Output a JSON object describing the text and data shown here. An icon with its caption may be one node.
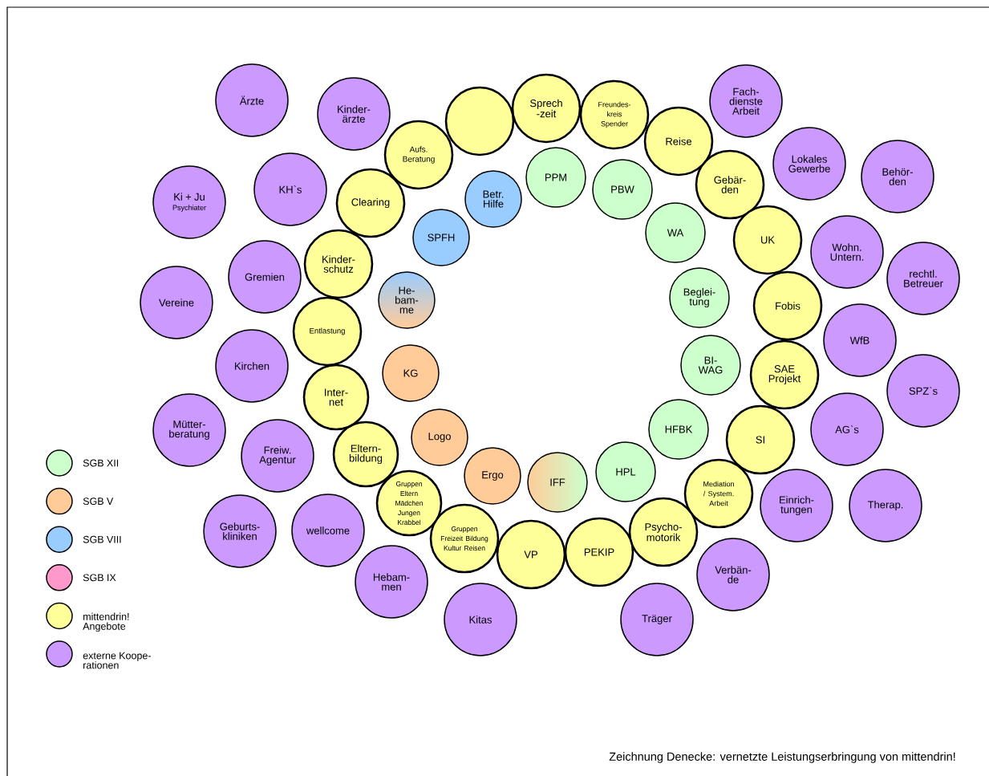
{
  "diagram": {
    "caption": "Zeichnung Denecke: vernetzte Leistungserbringung von mittendrin!",
    "nodes": [
      {
        "text": [
          "Ärzte"
        ]
      },
      {
        "text": [
          "Kinder- ärzte"
        ]
      },
      {
        "text": [
          "Ki + Ju",
          "Psychiater"
        ]
      },
      {
        "text": [
          "KH`s"
        ]
      },
      {
        "text": [
          "Gremien"
        ]
      },
      {
        "text": [
          "Vereine"
        ]
      },
      {
        "text": [
          "Kirchen"
        ]
      },
      {
        "text": [
          "Mütter- beratung"
        ]
      },
      {
        "text": [
          "Freiw. Agentur"
        ]
      },
      {
        "text": [
          "Geburts- kliniken"
        ]
      },
      {
        "text": [
          "wellcome"
        ]
      },
      {
        "text": [
          "Hebam- men"
        ]
      },
      {
        "text": [
          "Kitas"
        ]
      },
      {
        "text": [
          "Träger"
        ]
      },
      {
        "text": [
          "Verbän- de"
        ]
      },
      {
        "text": [
          "Einrich- tungen"
        ]
      },
      {
        "text": [
          "Therap."
        ]
      },
      {
        "text": [
          "AG`s"
        ]
      },
      {
        "text": [
          "SPZ`s"
        ]
      },
      {
        "text": [
          "WfB"
        ]
      },
      {
        "text": [
          "rechtl. Betreuer"
        ]
      },
      {
        "text": [
          "Wohn. Untern."
        ]
      },
      {
        "text": [
          "Behör- den"
        ]
      },
      {
        "text": [
          "Lokales Gewerbe"
        ]
      },
      {
        "text": [
          "Fach- dienste Arbeit"
        ]
      },
      {
        "text": [
          "Aufs. Beratung"
        ]
      },
      {
        "text": [],
        "shape": "circle"
      },
      {
        "text": [
          "Sprech -zeit"
        ]
      },
      {
        "text": [
          "Freundes- kreis Spender"
        ]
      },
      {
        "text": [
          "Reise"
        ]
      },
      {
        "text": [
          "Gebär- den"
        ]
      },
      {
        "text": [
          "UK"
        ]
      },
      {
        "text": [
          "Fobis"
        ]
      },
      {
        "text": [
          "SAE Projekt"
        ]
      },
      {
        "text": [
          "SI"
        ]
      },
      {
        "text": [
          "Mediation / System. Arbeit"
        ]
      },
      {
        "text": [
          "Psycho- motorik"
        ]
      },
      {
        "text": [
          "PEKIP"
        ]
      },
      {
        "text": [
          "VP"
        ]
      },
      {
        "text": [
          "Gruppen Freizeit Bildung Kultur Reisen"
        ]
      },
      {
        "text": [
          "Gruppen Eltern Mädchen Jungen Krabbel"
        ]
      },
      {
        "text": [
          "Eltern- bildung"
        ]
      },
      {
        "text": [
          "Inter- net"
        ]
      },
      {
        "text": [
          "Entlastung"
        ]
      },
      {
        "text": [
          "Kinder- schutz"
        ]
      },
      {
        "text": [
          "Clearing"
        ]
      },
      {
        "text": [
          "PPM"
        ]
      },
      {
        "text": [
          "PBW"
        ]
      },
      {
        "text": [
          "WA"
        ]
      },
      {
        "text": [
          "Beglei- tung"
        ]
      },
      {
        "text": [
          "BI- WAG"
        ]
      },
      {
        "text": [
          "HFBK"
        ]
      },
      {
        "text": [
          "HPL"
        ]
      },
      {
        "text": [
          "IFF"
        ]
      },
      {
        "text": [
          "Ergo"
        ]
      },
      {
        "text": [
          "Logo"
        ]
      },
      {
        "text": [
          "KG"
        ]
      },
      {
        "text": [
          "He- bam- me"
        ]
      },
      {
        "text": [
          "SPFH"
        ]
      },
      {
        "text": [
          "Betr. Hilfe"
        ]
      }
    ],
    "legend": [
      {
        "text": "SGB XII",
        "color": "#ccffcc"
      },
      {
        "text": "SGB V",
        "color": "#ffcc99"
      },
      {
        "text": "SGB VIII",
        "color": "#99ccff"
      },
      {
        "text": "SGB IX",
        "color": "#ff99cc"
      },
      {
        "text": "mittendrin! Angebote",
        "color": "#ffff99"
      },
      {
        "text": "externe Koope- rationen",
        "color": "#cc99ff"
      }
    ]
  }
}
